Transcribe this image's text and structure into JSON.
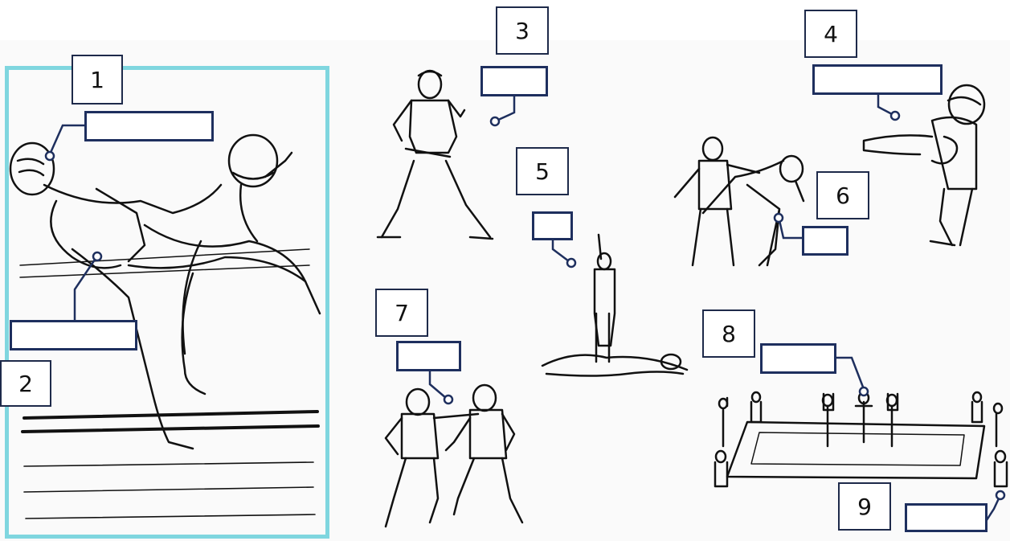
{
  "worksheet": {
    "number_labels": [
      "1",
      "2",
      "3",
      "4",
      "5",
      "6",
      "7",
      "8",
      "9"
    ],
    "frame_color": "#7fd6df",
    "box_color": "#1e2f5e",
    "blank_boxes": [
      "",
      "",
      "",
      "",
      "",
      "",
      "",
      "",
      "",
      ""
    ]
  }
}
